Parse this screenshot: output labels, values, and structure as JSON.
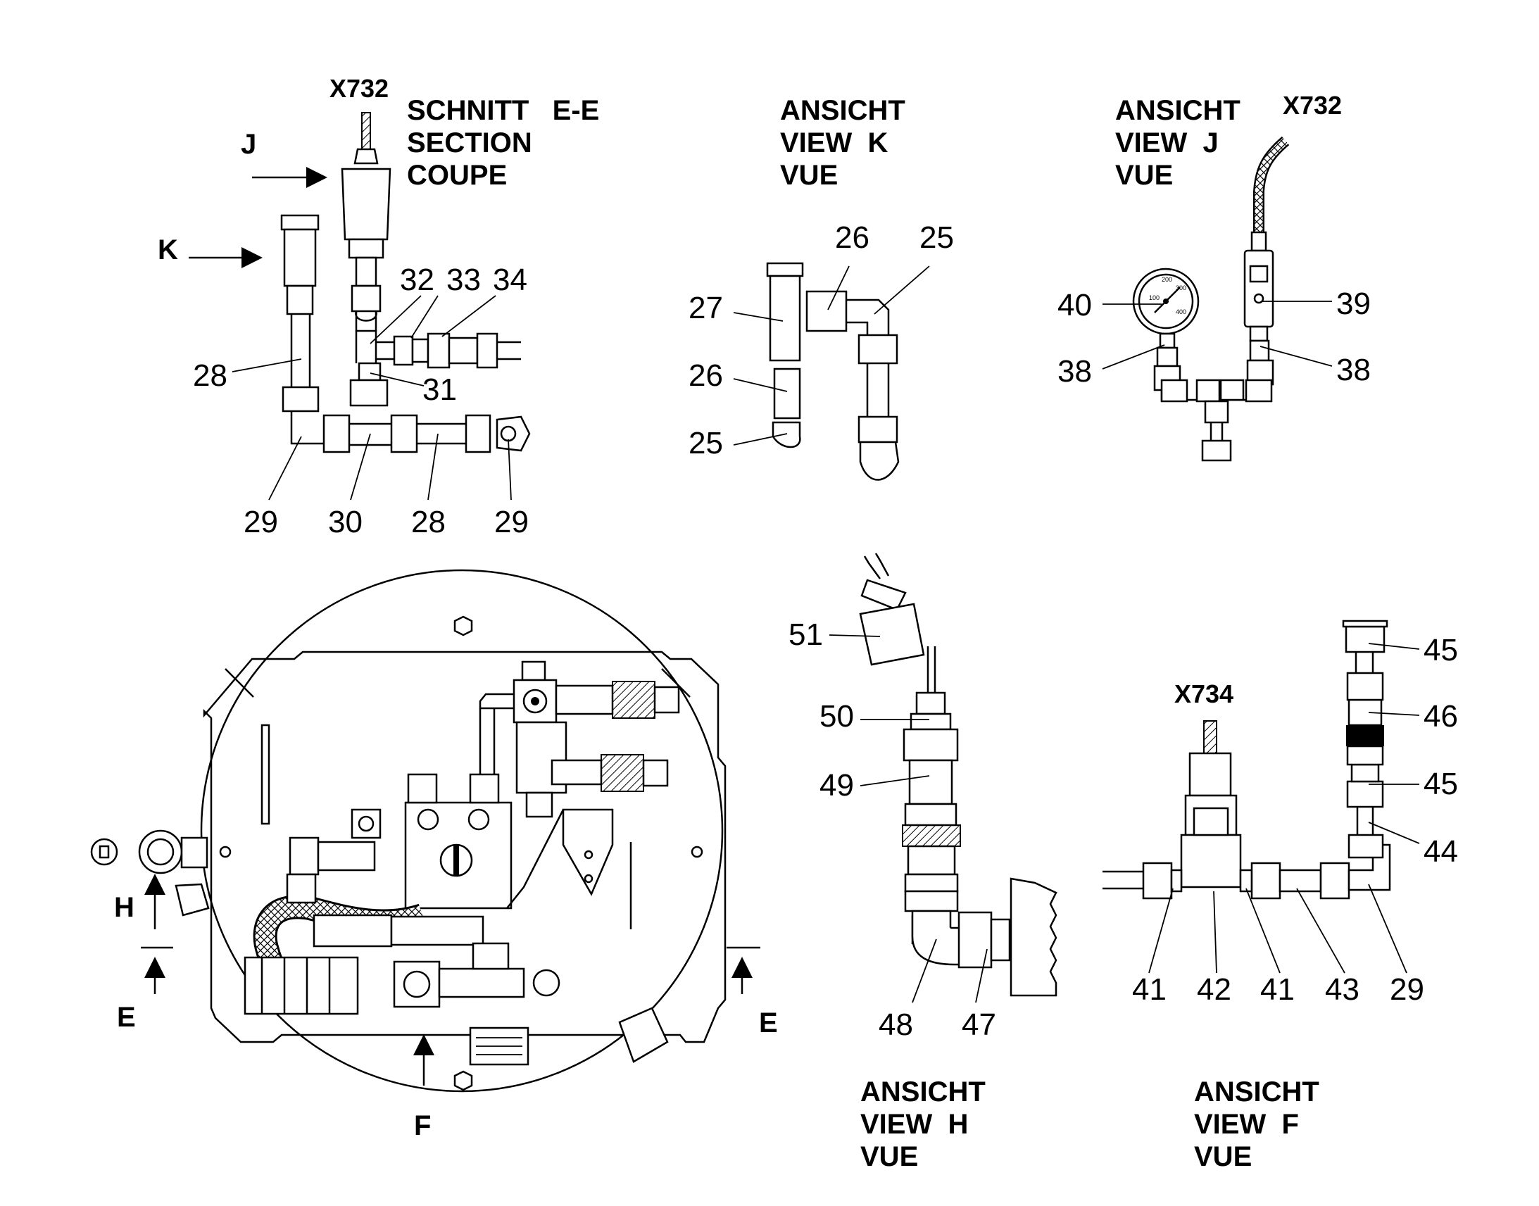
{
  "views": {
    "section_ee": {
      "title": [
        "SCHNITT   E-E",
        "SECTION",
        "COUPE"
      ],
      "connector": "X732",
      "view_j": "J",
      "view_k": "K",
      "callouts": [
        "32",
        "33",
        "34",
        "28",
        "31",
        "29",
        "30",
        "28",
        "29"
      ]
    },
    "view_k": {
      "title": [
        "ANSICHT",
        "VIEW  K",
        "VUE"
      ],
      "callouts": [
        "26",
        "25",
        "27",
        "26",
        "25"
      ]
    },
    "view_j": {
      "title": [
        "ANSICHT",
        "VIEW  J",
        "VUE"
      ],
      "connector": "X732",
      "gauge_scale": [
        "100",
        "200",
        "300",
        "400"
      ],
      "callouts": [
        "40",
        "39",
        "38",
        "38"
      ]
    },
    "view_h": {
      "title": [
        "ANSICHT",
        "VIEW  H",
        "VUE"
      ],
      "callouts": [
        "51",
        "50",
        "49",
        "48",
        "47"
      ]
    },
    "view_f": {
      "title": [
        "ANSICHT",
        "VIEW  F",
        "VUE"
      ],
      "connector": "X734",
      "callouts": [
        "45",
        "46",
        "45",
        "44",
        "41",
        "42",
        "41",
        "43",
        "29"
      ]
    },
    "main_view": {
      "labels": {
        "h": "H",
        "e_left": "E",
        "e_right": "E",
        "f": "F"
      }
    }
  }
}
